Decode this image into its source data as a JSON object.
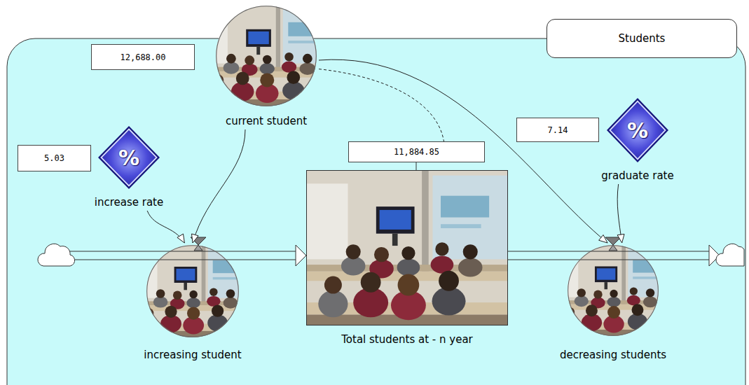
{
  "diagram": {
    "nodes": [
      {
        "text": [
          "Students"
        ]
      },
      {
        "text": [
          "12,688.00"
        ]
      },
      {
        "text": [
          "current student"
        ]
      },
      {
        "text": [
          "5.03"
        ]
      },
      {
        "text": [
          "%",
          "increase rate"
        ]
      },
      {
        "text": [
          "11,884.85"
        ]
      },
      {
        "text": [
          "7.14"
        ]
      },
      {
        "text": [
          "%",
          "graduate rate"
        ]
      },
      {
        "text": [
          "Total students at - n year"
        ]
      },
      {
        "text": [
          "increasing student"
        ]
      },
      {
        "text": [
          "decreasing students"
        ]
      }
    ],
    "edges": [
      {
        "from": 2,
        "to": 9,
        "arrow": "to"
      },
      {
        "from": 4,
        "to": 9,
        "arrow": "to"
      },
      {
        "from": 2,
        "to": 10,
        "arrow": "to"
      },
      {
        "from": 2,
        "to": 5,
        "arrow": "none"
      },
      {
        "from": 7,
        "to": 10,
        "arrow": "to"
      }
    ]
  }
}
